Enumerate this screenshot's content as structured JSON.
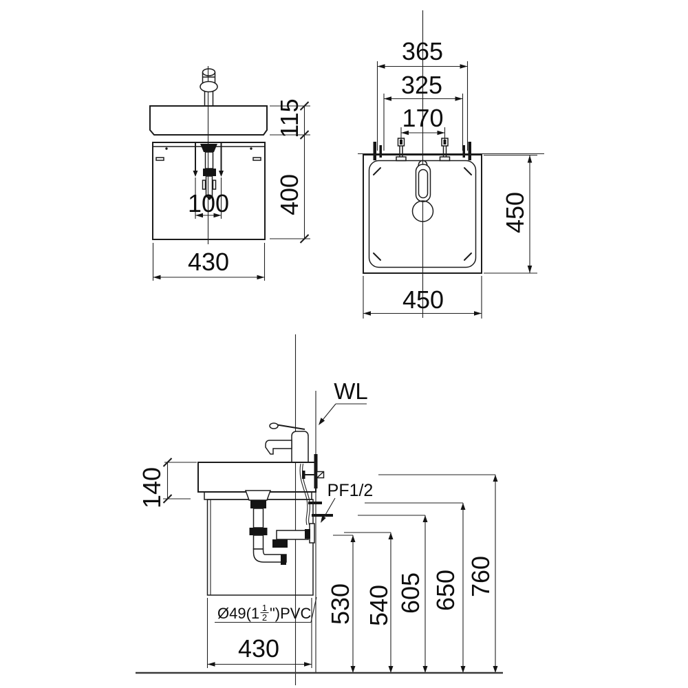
{
  "drawing": {
    "front_view": {
      "dim_basin_height": "115",
      "dim_cabinet_height": "400",
      "dim_drain_offset": "100",
      "dim_width": "430"
    },
    "top_view": {
      "dim_overall_width": "365",
      "dim_inner_width": "325",
      "dim_hole_spacing": "170",
      "dim_depth": "450",
      "dim_width": "450"
    },
    "side_view": {
      "dim_rim_height": "140",
      "wall_line_label": "WL",
      "supply_label": "PF1/2",
      "pipe_label_prefix": "Ø49(1",
      "pipe_frac_num": "1",
      "pipe_frac_den": "2",
      "pipe_label_suffix": "\")PVC",
      "dim_heights": [
        "530",
        "540",
        "605",
        "650",
        "760"
      ],
      "dim_depth": "430"
    }
  }
}
